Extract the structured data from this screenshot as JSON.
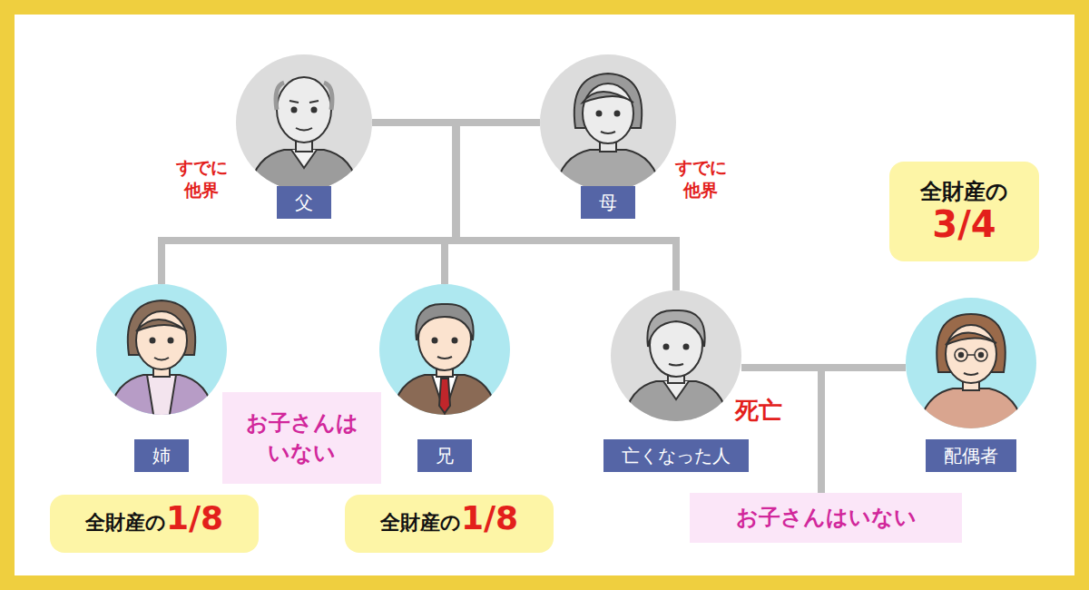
{
  "diagram": {
    "nodes": [
      {
        "text": [
          "父"
        ]
      },
      {
        "text": [
          "母"
        ]
      },
      {
        "text": [
          "全財産の",
          "3/4"
        ]
      },
      {
        "text": [
          "姉"
        ]
      },
      {
        "text": [
          "お子さんは いない"
        ]
      },
      {
        "text": [
          "兄"
        ]
      },
      {
        "text": [
          "亡くなった人"
        ]
      },
      {
        "text": [
          "配偶者"
        ]
      },
      {
        "text": [
          "全財産の",
          "1/8"
        ]
      },
      {
        "text": [
          "全財産の",
          "1/8"
        ]
      },
      {
        "text": [
          "お子さんはいない"
        ]
      }
    ],
    "edges": [
      {
        "from": 0,
        "to": 1,
        "arrow": "none"
      },
      {
        "from": 0,
        "to": 3,
        "arrow": "none"
      },
      {
        "from": 0,
        "to": 5,
        "arrow": "none"
      },
      {
        "from": 0,
        "to": 6,
        "arrow": "none"
      },
      {
        "from": 1,
        "to": 3,
        "arrow": "none"
      },
      {
        "from": 1,
        "to": 5,
        "arrow": "none"
      },
      {
        "from": 1,
        "to": 6,
        "arrow": "none"
      },
      {
        "from": 6,
        "to": 7,
        "arrow": "none"
      },
      {
        "from": 6,
        "to": 10,
        "arrow": "none"
      },
      {
        "from": 7,
        "to": 10,
        "arrow": "none"
      }
    ],
    "labels": [
      "すでに 他界",
      "すでに 他界",
      "死亡"
    ]
  }
}
